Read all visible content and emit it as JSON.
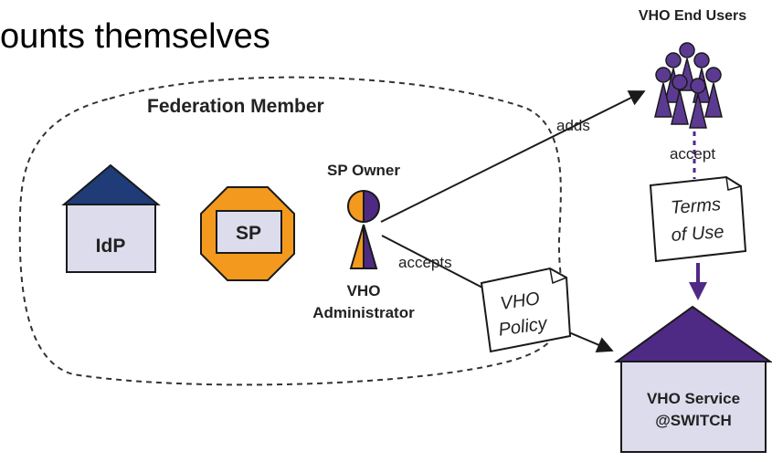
{
  "heading_fragment": "ounts themselves",
  "federation": {
    "label": "Federation Member"
  },
  "idp": {
    "label": "IdP"
  },
  "sp": {
    "label": "SP"
  },
  "sp_owner": {
    "top_label": "SP Owner",
    "role_line1": "VHO",
    "role_line2": "Administrator"
  },
  "end_users": {
    "label": "VHO End Users"
  },
  "edges": {
    "adds": "adds",
    "accepts": "accepts",
    "accept": "accept"
  },
  "terms_doc": {
    "line1": "Terms",
    "line2": "of Use"
  },
  "policy_doc": {
    "line1": "VHO",
    "line2": "Policy"
  },
  "service": {
    "line1": "VHO Service",
    "line2": "@SWITCH"
  },
  "colors": {
    "navy": "#1f3b78",
    "house_fill": "#dcdcec",
    "orange": "#f39a1e",
    "purple": "#4f2a84",
    "purple_mid": "#5c3a92",
    "stroke": "#1a1a1a"
  }
}
